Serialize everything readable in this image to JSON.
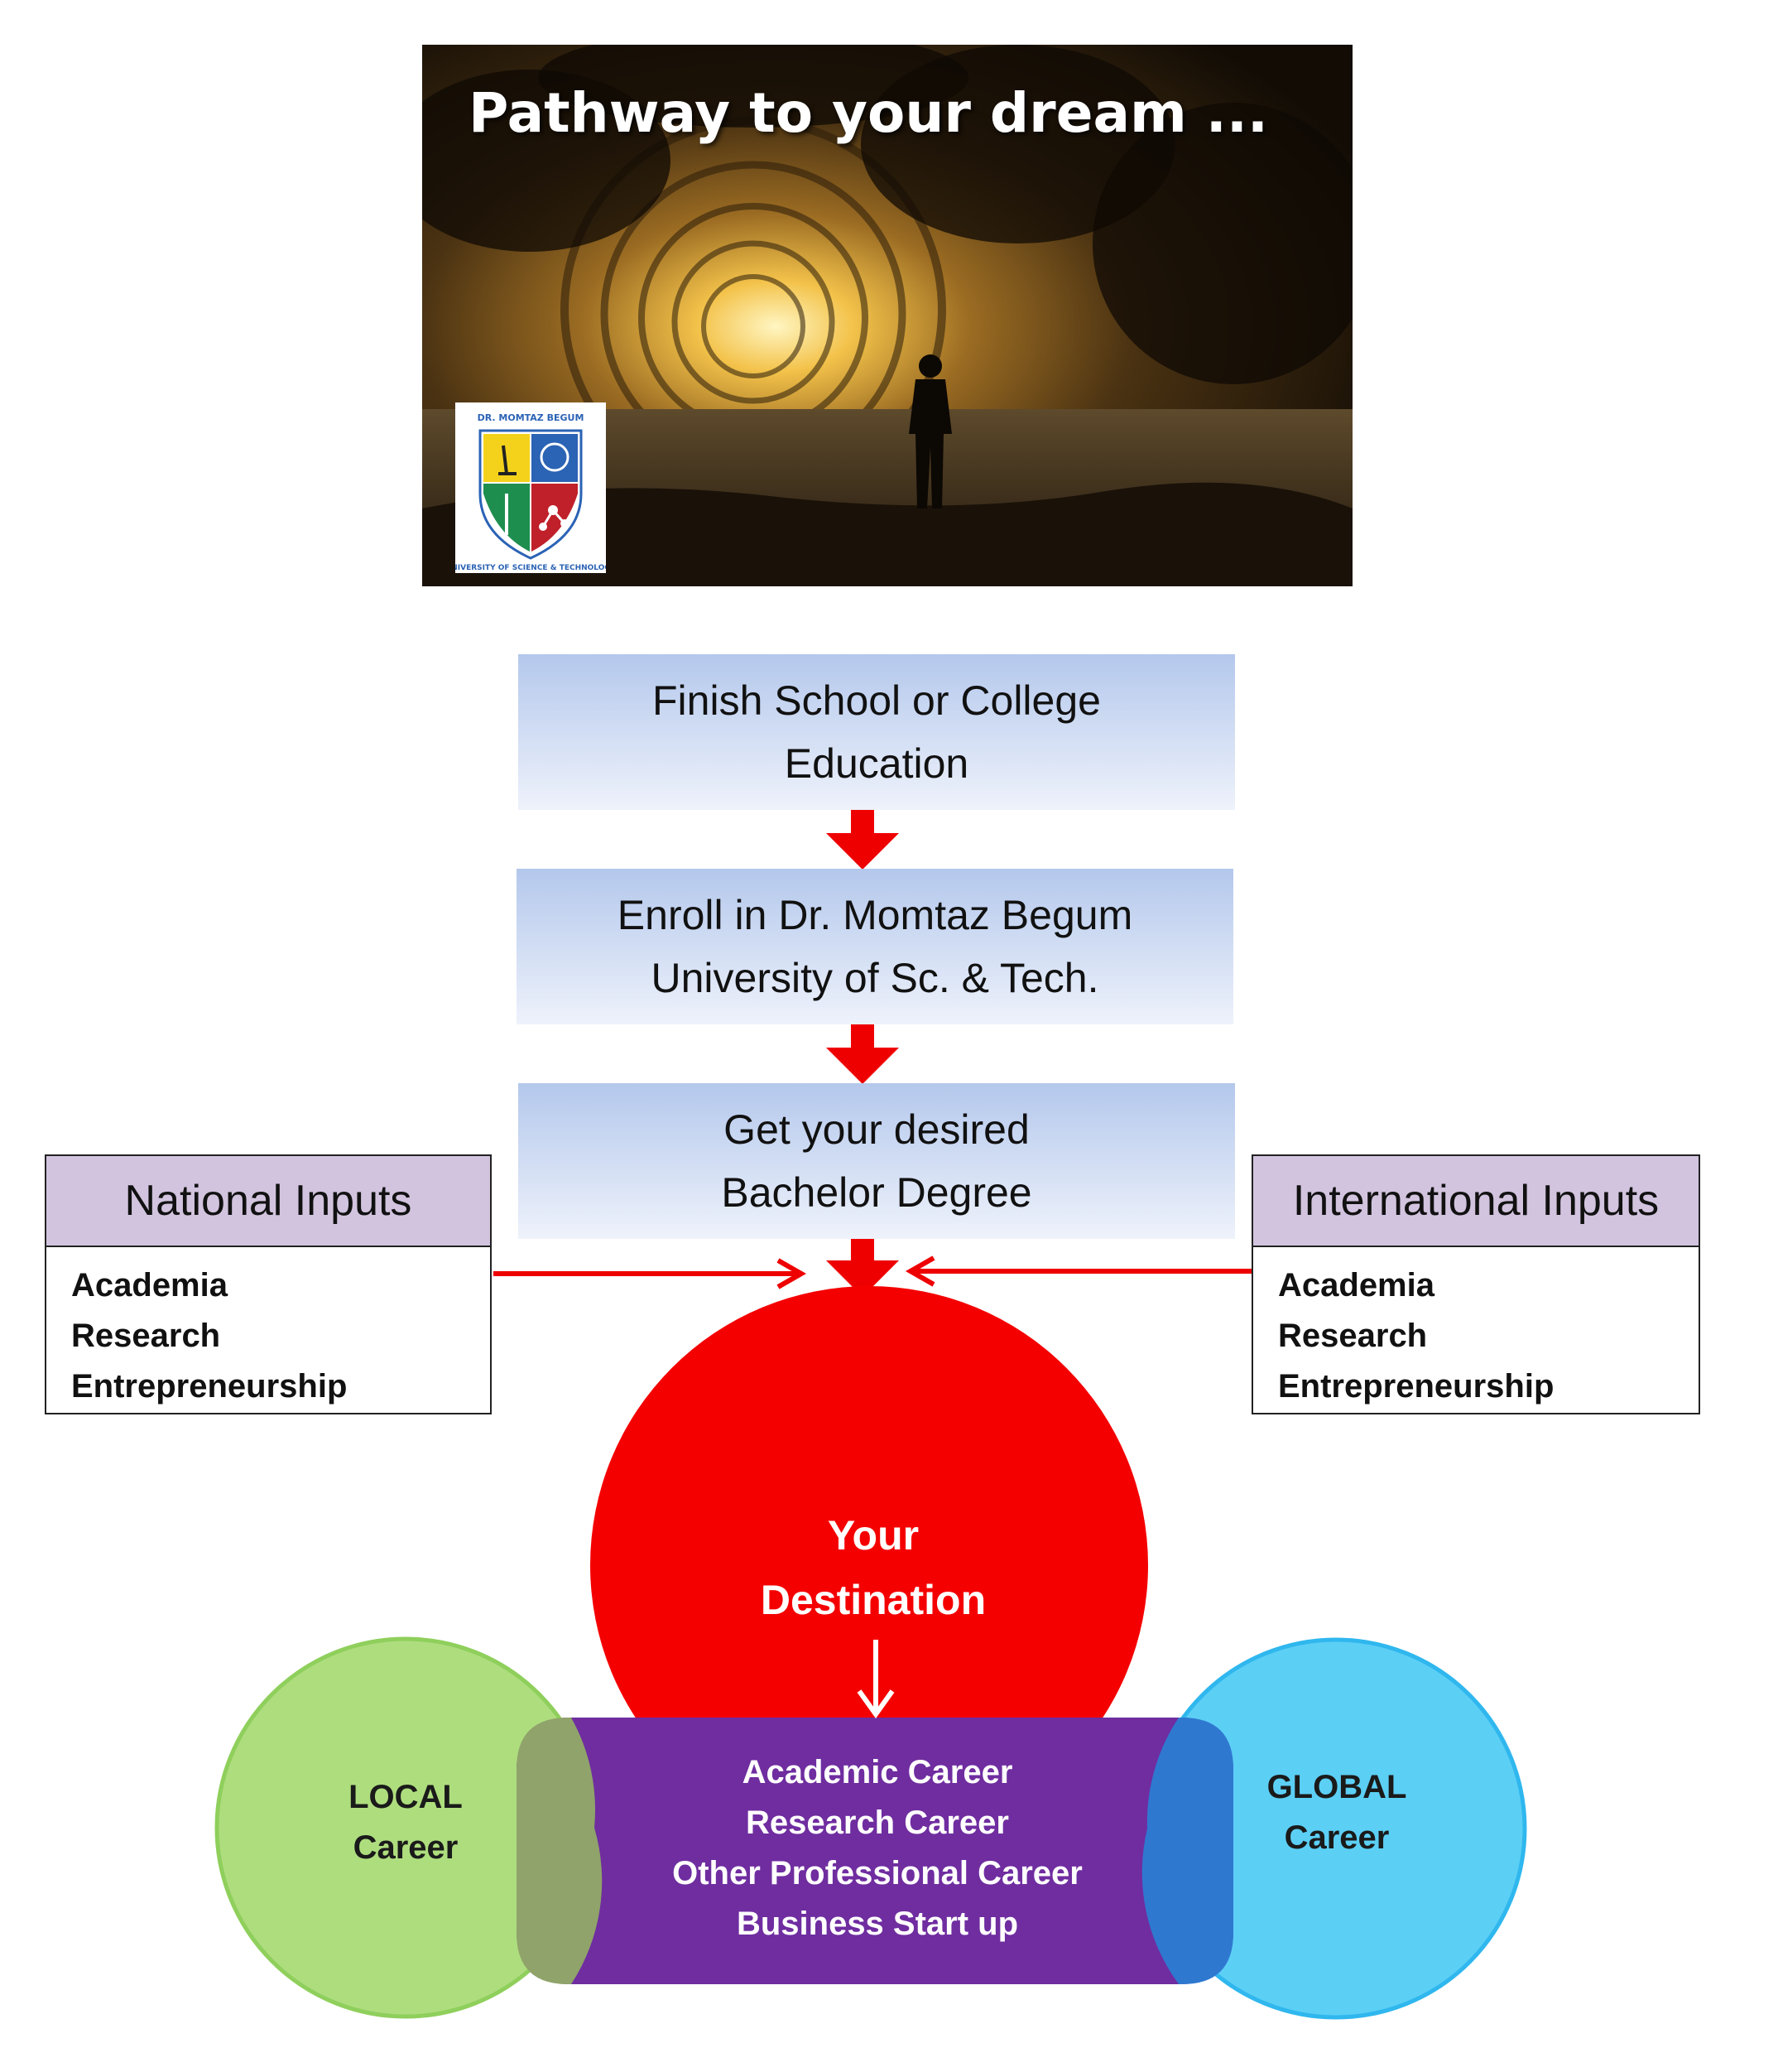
{
  "hero": {
    "title": "Pathway to your dream ...",
    "logo": {
      "text": "DR. MOMTAZ BEGUM UNIVERSITY OF SCIENCE & TECHNOLOGY",
      "icons": [
        "microscope-icon",
        "atom-icon",
        "caduceus-icon",
        "molecule-icon"
      ]
    }
  },
  "steps": [
    {
      "line1": "Finish School or College",
      "line2": "Education"
    },
    {
      "line1": "Enroll in Dr. Momtaz Begum",
      "line2": "University of Sc. & Tech."
    },
    {
      "line1": "Get your desired",
      "line2": "Bachelor Degree"
    }
  ],
  "national": {
    "title": "National Inputs",
    "items": [
      "Academia",
      "Research",
      "Entrepreneurship"
    ]
  },
  "international": {
    "title": "International Inputs",
    "items": [
      "Academia",
      "Research",
      "Entrepreneurship"
    ]
  },
  "destination": {
    "line1": "Your",
    "line2": "Destination"
  },
  "careers": [
    "Academic Career",
    "Research Career",
    "Other Professional Career",
    "Business Start up"
  ],
  "local": {
    "line1": "LOCAL",
    "line2": "Career"
  },
  "global": {
    "line1": "GLOBAL",
    "line2": "Career"
  },
  "colors": {
    "arrow": "#ee0000",
    "destination": "#f50000",
    "careers_band": "#6f2da0",
    "local": "#aedd7e",
    "global": "#5ccff5",
    "input_header": "#d2c4de",
    "step_top": "#b4c8ec"
  }
}
